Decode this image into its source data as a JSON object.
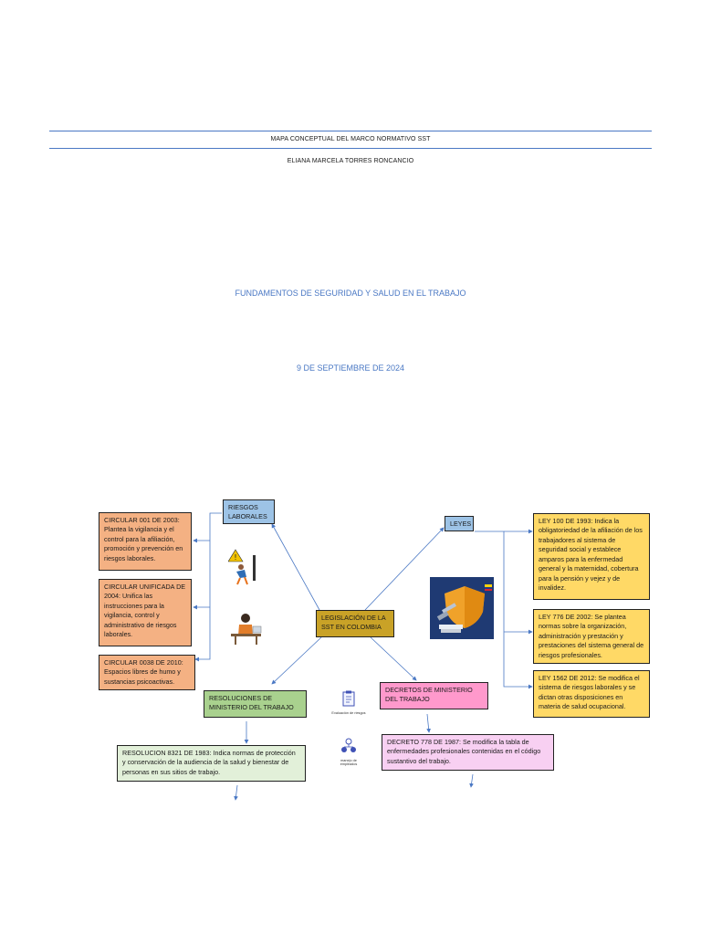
{
  "header": {
    "title": "MAPA CONCEPTUAL DEL MARCO NORMATIVO SST",
    "author": "ELIANA MARCELA TORRES RONCANCIO",
    "course": "FUNDAMENTOS DE SEGURIDAD Y SALUD EN EL TRABAJO",
    "date": "9 DE SEPTIEMBRE DE 2024"
  },
  "map": {
    "center": "LEGISLACIÓN DE LA SST EN COLOMBIA",
    "riesgos": {
      "label": "RIESGOS LABORALES",
      "items": [
        "CIRCULAR 001 DE 2003: Plantea la vigilancia y el control para la afiliación, promoción y prevención en riesgos laborales.",
        "CIRCULAR UNIFICADA DE 2004: Unifica las instrucciones para la vigilancia, control y administrativo de riesgos laborales.",
        "CIRCULAR 0038 DE 2010: Espacios libres de humo y sustancias psicoactivas."
      ]
    },
    "leyes": {
      "label": "LEYES",
      "items": [
        "LEY 100 DE 1993: Indica la obligatoriedad de la afiliación de los trabajadores al sistema de seguridad social y establece amparos para la enfermedad general y la maternidad, cobertura para la pensión y vejez y de invalidez.",
        "LEY 776 DE 2002: Se plantea normas sobre la organización, administración y prestación y prestaciones del sistema general de riesgos profesionales.",
        "LEY 1562 DE 2012: Se modifica el sistema de riesgos laborales y se dictan otras disposiciones en materia de salud ocupacional."
      ]
    },
    "resoluciones": {
      "label": "RESOLUCIONES DE MINISTERIO DEL TRABAJO",
      "item": "RESOLUCION 8321 DE 1983: Indica normas de protección y conservación de la audiencia de la salud y bienestar de personas en sus sitios de trabajo."
    },
    "decretos": {
      "label": "DECRETOS DE MINISTERIO DEL TRABAJO",
      "item": "DECRETO 778 DE 1987: Se modifica la tabla de enfermedades profesionales contenidas en el código sustantivo del trabajo."
    },
    "icons": {
      "evaluacion_label": "Evaluación de riesgos",
      "manejo_label": "manejo de empleados"
    }
  },
  "colors": {
    "accent": "#4a78c4",
    "orange": "#f4b183",
    "yellow": "#ffd966",
    "green": "#a9d18e",
    "pink": "#ff99cc"
  }
}
